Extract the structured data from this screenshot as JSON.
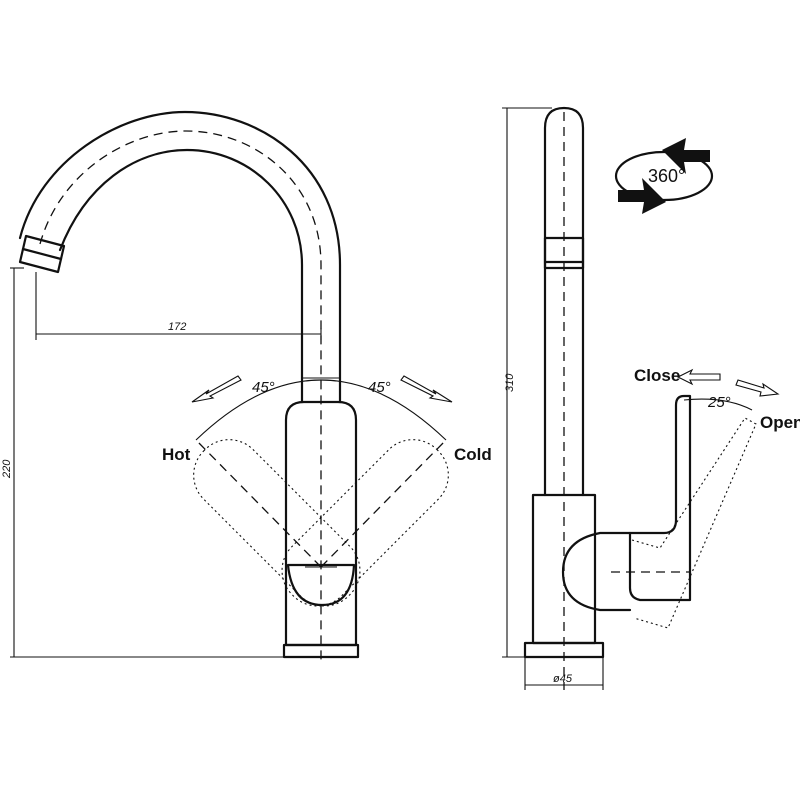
{
  "front_view": {
    "dim_reach": "172",
    "dim_height": "220",
    "angle_left": "45°",
    "angle_right": "45°",
    "hot_label": "Hot",
    "cold_label": "Cold"
  },
  "side_view": {
    "dim_height": "310",
    "dim_base": "ø45",
    "angle_lever": "25°",
    "close_label": "Close",
    "open_label": "Open",
    "rotation_label": "360°"
  }
}
